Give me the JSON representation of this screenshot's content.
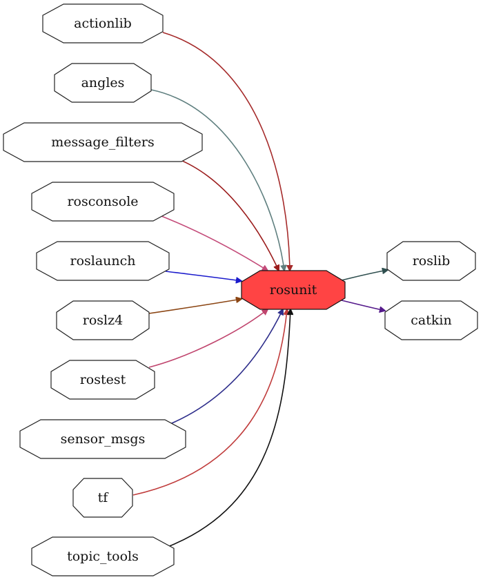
{
  "graph": {
    "center": {
      "id": "rosunit",
      "label": "rosunit",
      "fill": "#ff4444"
    },
    "dependencies": [
      {
        "id": "actionlib",
        "label": "actionlib",
        "edge_color": "#a52a2a"
      },
      {
        "id": "angles",
        "label": "angles",
        "edge_color": "#5f7f7f"
      },
      {
        "id": "message_filters",
        "label": "message_filters",
        "edge_color": "#9b1c1c"
      },
      {
        "id": "rosconsole",
        "label": "rosconsole",
        "edge_color": "#c44c7a"
      },
      {
        "id": "roslaunch",
        "label": "roslaunch",
        "edge_color": "#1a1acc"
      },
      {
        "id": "roslz4",
        "label": "roslz4",
        "edge_color": "#8b4513"
      },
      {
        "id": "rostest",
        "label": "rostest",
        "edge_color": "#c0456e"
      },
      {
        "id": "sensor_msgs",
        "label": "sensor_msgs",
        "edge_color": "#2e2e8b"
      },
      {
        "id": "tf",
        "label": "tf",
        "edge_color": "#c03c3c"
      },
      {
        "id": "topic_tools",
        "label": "topic_tools",
        "edge_color": "#111111"
      }
    ],
    "dependents": [
      {
        "id": "roslib",
        "label": "roslib",
        "edge_color": "#2f4f4f"
      },
      {
        "id": "catkin",
        "label": "catkin",
        "edge_color": "#551a8b"
      }
    ]
  }
}
